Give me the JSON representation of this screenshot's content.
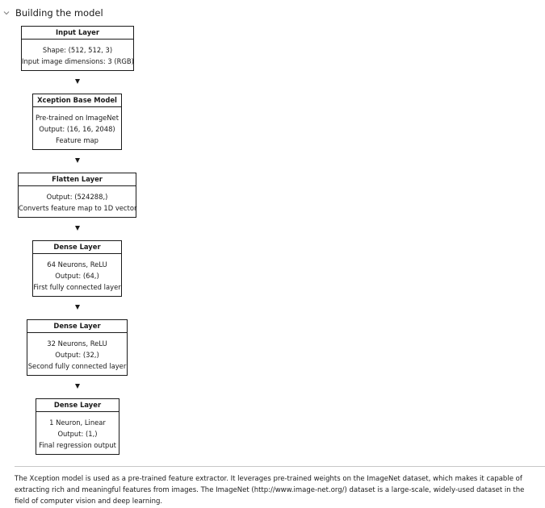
{
  "section": {
    "title": "Building the model",
    "toggle_icon": "chevron-down-icon"
  },
  "diagram": {
    "nodes": [
      {
        "title": "Input Layer",
        "lines": [
          "Shape: (512, 512, 3)",
          "Input image dimensions: 3 (RGB)"
        ]
      },
      {
        "title": "Xception Base Model",
        "lines": [
          "Pre-trained on ImageNet",
          "Output: (16, 16, 2048)",
          "Feature map"
        ]
      },
      {
        "title": "Flatten Layer",
        "lines": [
          "Output: (524288,)",
          "Converts feature map to 1D vector"
        ]
      },
      {
        "title": "Dense Layer",
        "lines": [
          "64 Neurons, ReLU",
          "Output: (64,)",
          "First fully connected layer"
        ]
      },
      {
        "title": "Dense Layer",
        "lines": [
          "32 Neurons, ReLU",
          "Output: (32,)",
          "Second fully connected layer"
        ]
      },
      {
        "title": "Dense Layer",
        "lines": [
          "1 Neuron, Linear",
          "Output: (1,)",
          "Final regression output"
        ]
      }
    ]
  },
  "description": {
    "part1": "The Xception model is used as a pre-trained feature extractor. It leverages pre-trained weights on the ImageNet dataset, which makes it capable of extracting rich and meaningful features from images. The ImageNet (",
    "link": "http://www.image-net.org/",
    "part2": ") dataset is a large-scale, widely-used dataset in the field of computer vision and deep learning."
  }
}
